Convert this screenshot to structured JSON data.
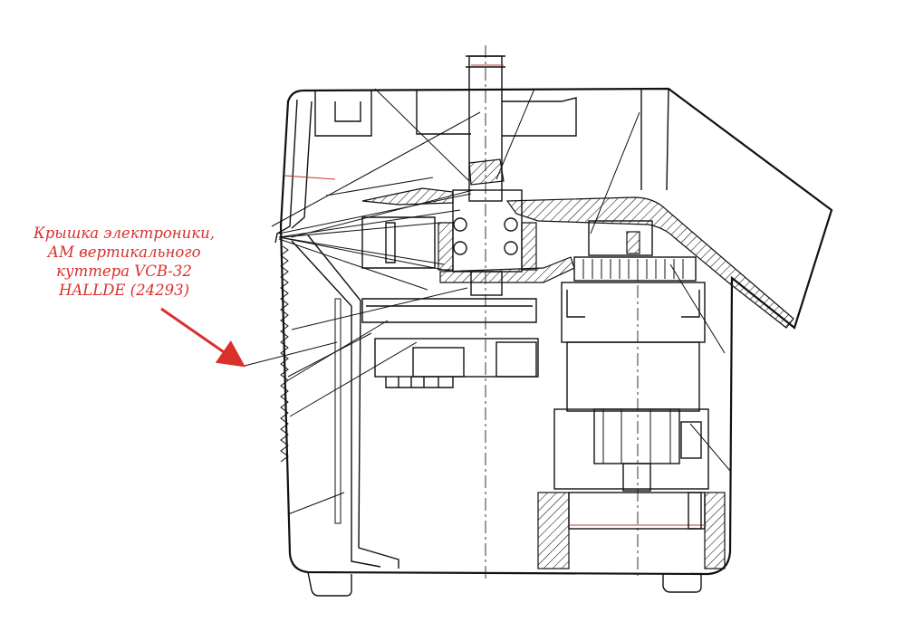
{
  "annotation": {
    "lines": [
      "Крышка электроники,",
      "АМ вертикального",
      "куттера VCB-32",
      "HALLDE (24293)"
    ],
    "color": "#d9302c"
  },
  "arrow_color": "#d9302c",
  "drawing_color": "#111111"
}
